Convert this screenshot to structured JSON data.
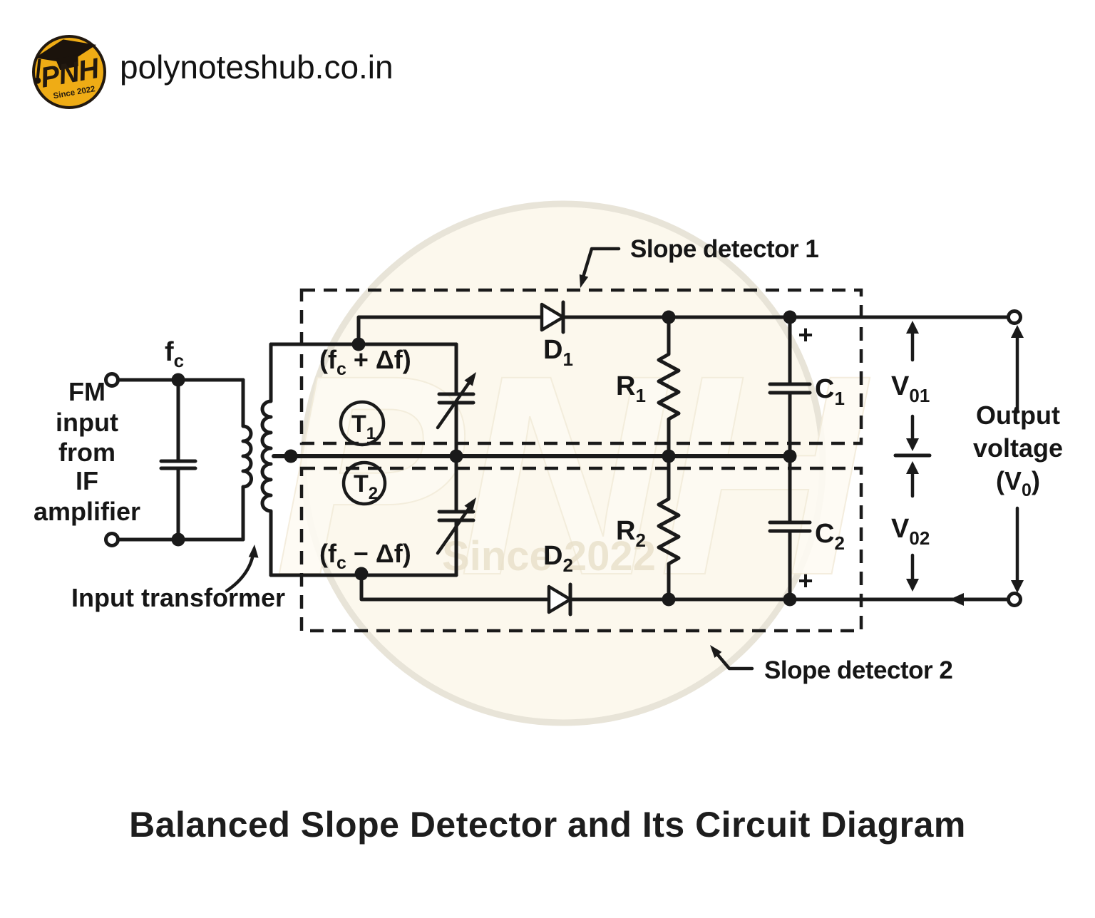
{
  "header": {
    "site_url": "polynoteshub.co.in",
    "logo": {
      "acronym": "PNH",
      "since": "Since 2022",
      "bg_color": "#efac15",
      "ink_color": "#221910"
    }
  },
  "watermark": {
    "acronym": "PNH",
    "since": "Since 2022"
  },
  "circuit": {
    "input_source": {
      "lines": [
        "FM",
        "input",
        "from",
        "IF",
        "amplifier"
      ]
    },
    "input_frequency": {
      "base": "f",
      "sub": "c"
    },
    "input_transformer_label": "Input transformer",
    "tank1": {
      "freq_pre": "(f",
      "freq_sub": "c",
      "freq_post": " + Δf)",
      "name": "T",
      "name_sub": "1"
    },
    "tank2": {
      "freq_pre": "(f",
      "freq_sub": "c",
      "freq_post": " − Δf)",
      "name": "T",
      "name_sub": "2"
    },
    "diode1": {
      "name": "D",
      "sub": "1"
    },
    "diode2": {
      "name": "D",
      "sub": "2"
    },
    "resistor1": {
      "name": "R",
      "sub": "1"
    },
    "resistor2": {
      "name": "R",
      "sub": "2"
    },
    "capacitor1": {
      "name": "C",
      "sub": "1",
      "polarity": "+"
    },
    "capacitor2": {
      "name": "C",
      "sub": "2",
      "polarity": "+"
    },
    "v01": {
      "name": "V",
      "sub": "01"
    },
    "v02": {
      "name": "V",
      "sub": "02"
    },
    "slope_detector_1_label": "Slope detector 1",
    "slope_detector_2_label": "Slope detector 2",
    "output": {
      "lines": [
        "Output",
        "voltage"
      ],
      "v0_pre": "(V",
      "v0_sub": "0",
      "v0_post": ")"
    }
  },
  "caption": "Balanced Slope Detector and Its Circuit Diagram"
}
